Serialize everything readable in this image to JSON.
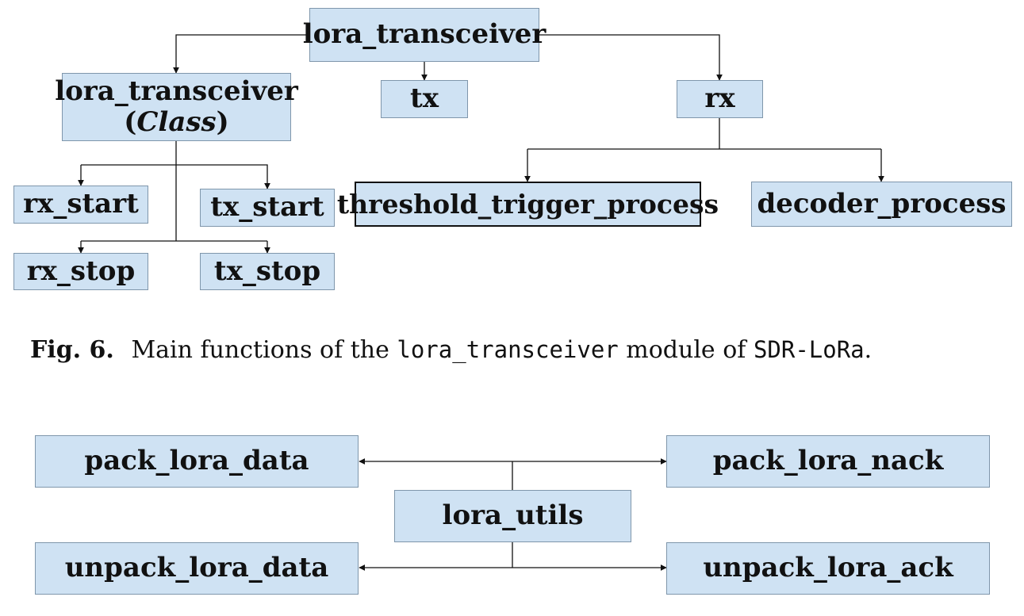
{
  "diagram1": {
    "root": "lora_transceiver",
    "class_box": {
      "name": "lora_transceiver",
      "open": "(",
      "kind": "Class",
      "close": ")"
    },
    "tx": "tx",
    "rx": "rx",
    "rx_start": "rx_start",
    "tx_start": "tx_start",
    "rx_stop": "rx_stop",
    "tx_stop": "tx_stop",
    "threshold": "threshold_trigger_process",
    "decoder": "decoder_process"
  },
  "caption": {
    "label": "Fig. 6.",
    "part1": "Main functions of the",
    "module": "lora_transceiver",
    "part2": "module of",
    "project": "SDR-LoRa",
    "end": "."
  },
  "diagram2": {
    "center": "lora_utils",
    "pack_data": "pack_lora_data",
    "pack_nack": "pack_lora_nack",
    "unpack_data": "unpack_lora_data",
    "unpack_ack": "unpack_lora_ack"
  },
  "colors": {
    "box_fill": "#cfe2f3",
    "box_border": "#7f96ab",
    "line": "#111111"
  }
}
